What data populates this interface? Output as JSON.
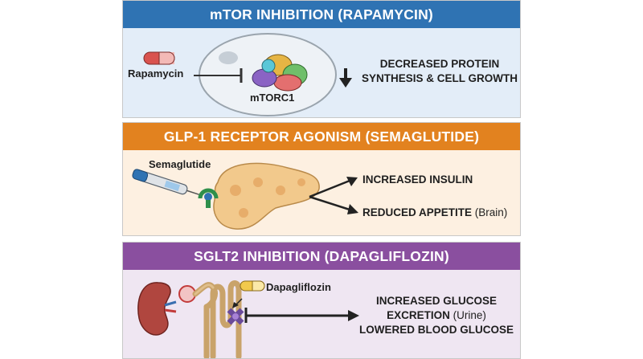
{
  "panel1": {
    "title": "mTOR INHIBITION (RAPAMYCIN)",
    "drug_label": "Rapamycin",
    "complex_label": "mTORC1",
    "outcome_line1": "DECREASED PROTEIN",
    "outcome_line2": "SYNTHESIS & CELL GROWTH"
  },
  "panel2": {
    "title": "GLP-1 RECEPTOR AGONISM (SEMAGLUTIDE)",
    "drug_label": "Semaglutide",
    "outcome1": "INCREASED INSULIN",
    "outcome2_main": "REDUCED APPETITE",
    "outcome2_note": "(Brain)"
  },
  "panel3": {
    "title": "SGLT2 INHIBITION (DAPAGLIFLOZIN)",
    "drug_label": "Dapagliflozin",
    "outcome_line1": "INCREASED GLUCOSE",
    "outcome_line2_main": "EXCRETION",
    "outcome_line2_note": "(Urine)",
    "outcome_line3": "LOWERED BLOOD GLUCOSE"
  },
  "colors": {
    "header_blue": "#2f73b3",
    "header_orange": "#e2821f",
    "header_purple": "#8a4f9f",
    "bg_blue": "#e3edf8",
    "bg_orange": "#fdf0e1",
    "bg_purple": "#efe6f2",
    "pill_red": "#d9534f",
    "pill_yellow": "#f2c94c"
  },
  "icons": [
    "pill-icon",
    "cell-icon",
    "mtorc1-complex-icon",
    "down-arrow-icon",
    "injection-pen-icon",
    "pancreas-icon",
    "receptor-icon",
    "kidney-icon",
    "nephron-icon",
    "transporter-icon",
    "arrow-icon",
    "inhibition-bar-icon"
  ]
}
